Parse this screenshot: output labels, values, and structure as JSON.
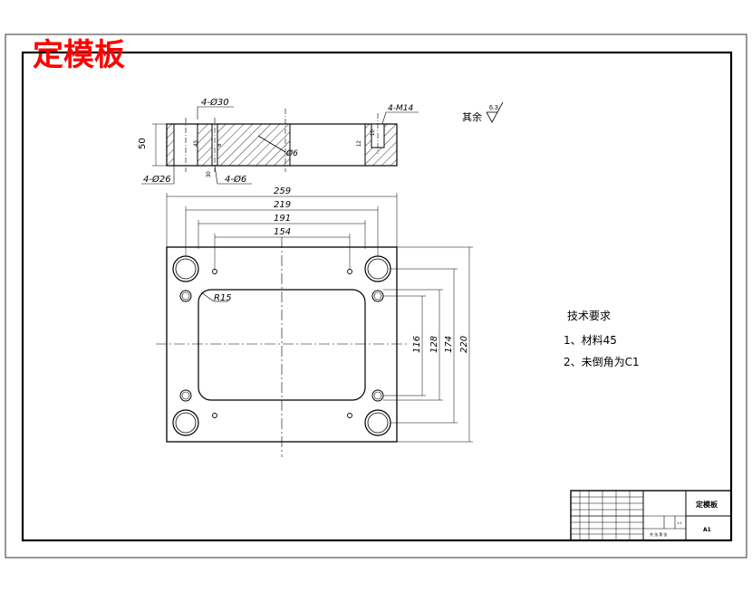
{
  "title": "定模板",
  "section_view": {
    "callout_holes_top": "4-Ø30",
    "callout_m14": "4-M14",
    "callout_holes_bottom_left": "4-Ø26",
    "callout_holes_bottom_mid": "4-Ø6",
    "callout_center": "Ø6",
    "thickness": "50",
    "mark_a": "43",
    "mark_b": "8",
    "mark_c": "30",
    "mark_d": "12",
    "mark_e": "10"
  },
  "surface_finish": {
    "label": "其余",
    "value": "6.3"
  },
  "plan_view": {
    "dim_259": "259",
    "dim_219": "219",
    "dim_191": "191",
    "dim_154": "154",
    "dim_220": "220",
    "dim_174": "174",
    "dim_128": "128",
    "dim_116": "116",
    "radius": "R15"
  },
  "tech_req": {
    "heading": "技术要求",
    "item1": "1、材料45",
    "item2": "2、未倒角为C1"
  },
  "title_block": {
    "part_name": "定模板",
    "scale": "A1",
    "small_a": "1:1",
    "small_b": "共 张 第 张"
  }
}
